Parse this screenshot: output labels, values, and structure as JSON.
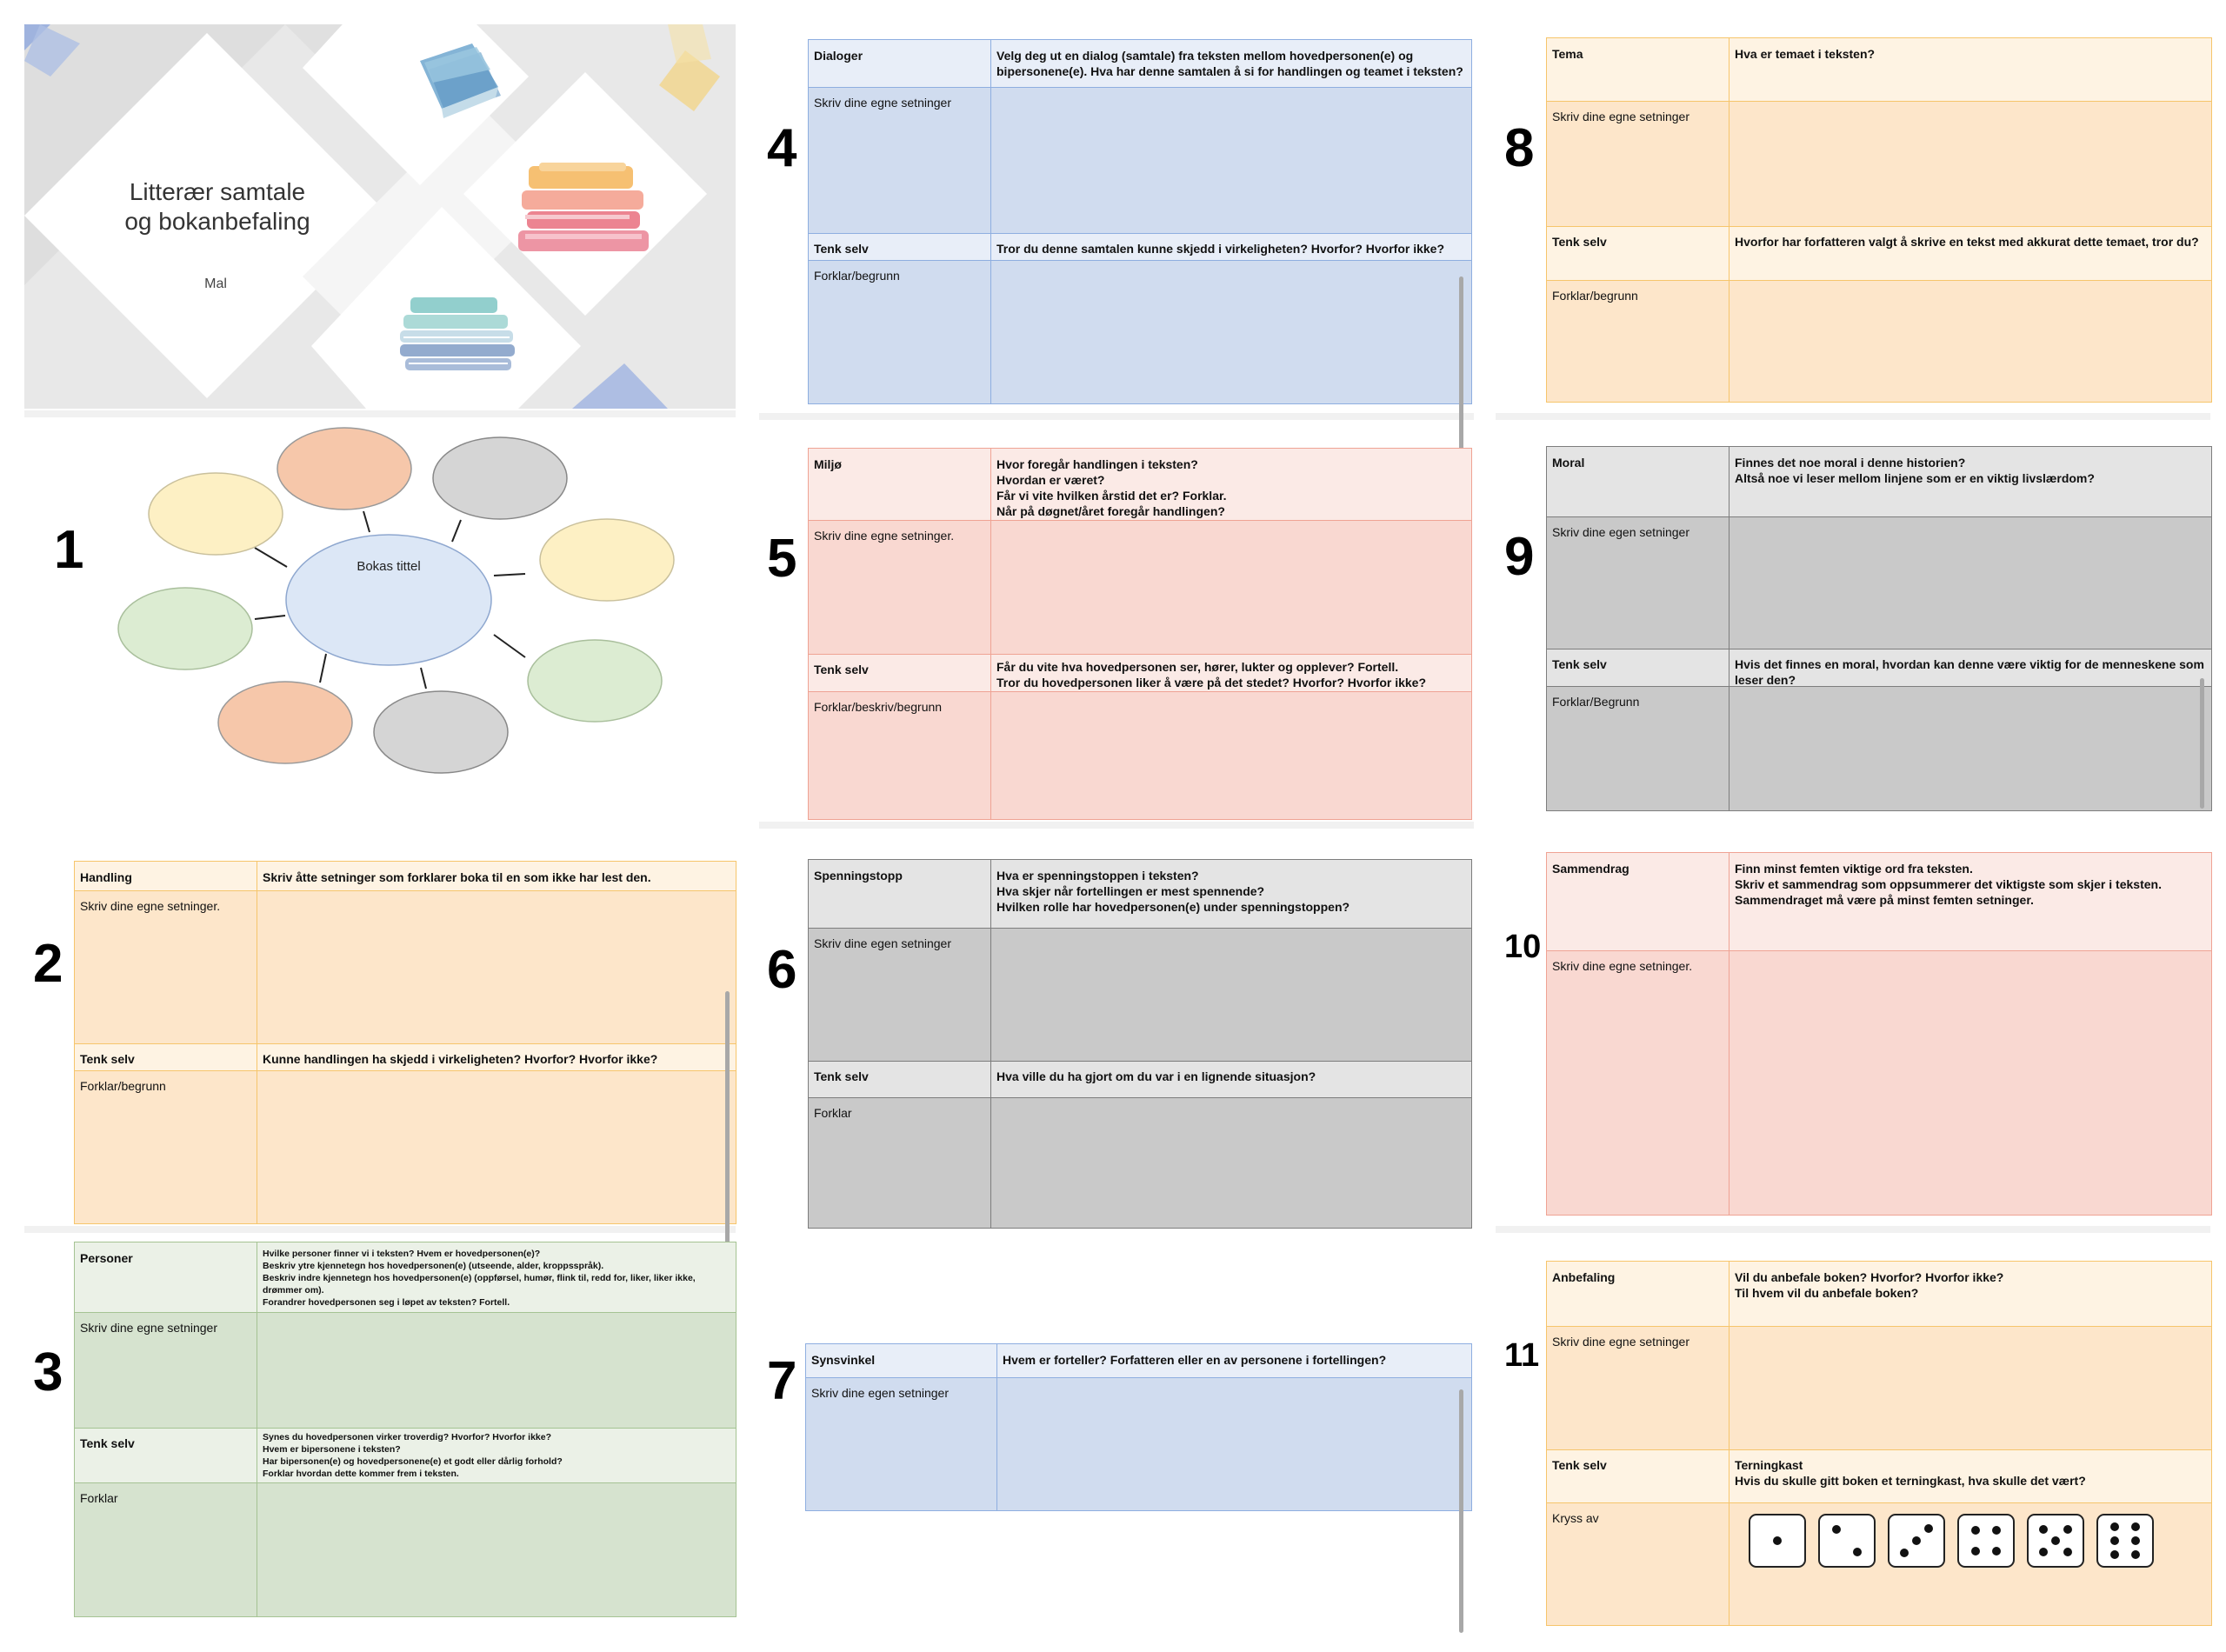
{
  "title_slide": {
    "title_line1": "Litterær samtale",
    "title_line2": "og bokanbefaling",
    "subtitle": "Mal"
  },
  "mindmap": {
    "number": "1",
    "center_label": "Bokas tittel",
    "colors": {
      "center": "#dce7f6",
      "peach": "#f6c7aa",
      "gray": "#d5d5d5",
      "yellow": "#fdf0c4",
      "green": "#dcecd2"
    }
  },
  "slide2": {
    "number": "2",
    "header_label": "Handling",
    "header_text": "Skriv åtte setninger som forklarer boka til en som ikke har lest den.",
    "write_label": "Skriv dine egne setninger.",
    "think_label": "Tenk selv",
    "think_text": "Kunne handlingen ha skjedd i virkeligheten? Hvorfor? Hvorfor ikke?",
    "explain_label": "Forklar/begrunn"
  },
  "slide3": {
    "number": "3",
    "header_label": "Personer",
    "header_text": "Hvilke personer finner vi i teksten? Hvem er hovedpersonen(e)?\nBeskriv ytre kjennetegn hos hovedpersonen(e) (utseende, alder, kroppsspråk).\nBeskriv indre kjennetegn hos hovedpersonen(e) (oppførsel, humør, flink til, redd for, liker, liker ikke, drømmer om).\nForandrer hovedpersonen seg i løpet av teksten? Fortell.",
    "write_label": "Skriv dine egne setninger",
    "think_label": "Tenk selv",
    "think_text": "Synes du hovedpersonen virker troverdig? Hvorfor? Hvorfor ikke?\nHvem er bipersonene i teksten?\nHar bipersonen(e) og hovedpersonene(e) et godt eller dårlig forhold?\nForklar hvordan dette kommer frem i teksten.",
    "explain_label": "Forklar"
  },
  "slide4": {
    "number": "4",
    "header_label": "Dialoger",
    "header_text": "Velg deg ut en dialog (samtale) fra teksten mellom hovedpersonen(e) og bipersonene(e). Hva har denne samtalen å si for handlingen og teamet i teksten?",
    "write_label": "Skriv dine egne setninger",
    "think_label": "Tenk selv",
    "think_text": "Tror du denne samtalen kunne skjedd i virkeligheten? Hvorfor? Hvorfor ikke?",
    "explain_label": "Forklar/begrunn"
  },
  "slide5": {
    "number": "5",
    "header_label": "Miljø",
    "header_text": "Hvor foregår handlingen i teksten?\nHvordan er været?\nFår vi vite hvilken årstid det er? Forklar.\nNår på døgnet/året foregår handlingen?",
    "write_label": "Skriv dine egne setninger.",
    "think_label": "Tenk selv",
    "think_text": "Får du vite hva hovedpersonen ser, hører, lukter og opplever? Fortell.\nTror du hovedpersonen liker å være på det stedet? Hvorfor? Hvorfor ikke?",
    "explain_label": "Forklar/beskriv/begrunn"
  },
  "slide6": {
    "number": "6",
    "header_label": "Spenningstopp",
    "header_text": "Hva er spenningstoppen i teksten?\nHva skjer når fortellingen er mest spennende?\nHvilken rolle har hovedpersonen(e) under spenningstoppen?",
    "write_label": "Skriv dine egen setninger",
    "think_label": "Tenk selv",
    "think_text": "Hva ville du ha gjort om du var i en lignende situasjon?",
    "explain_label": "Forklar"
  },
  "slide7": {
    "number": "7",
    "header_label": "Synsvinkel",
    "header_text": "Hvem er forteller? Forfatteren eller en av personene i fortellingen?",
    "write_label": "Skriv dine egen setninger"
  },
  "slide8": {
    "number": "8",
    "header_label": "Tema",
    "header_text": "Hva er temaet i teksten?",
    "write_label": "Skriv dine egne setninger",
    "think_label": "Tenk selv",
    "think_text": "Hvorfor har forfatteren valgt å skrive en tekst med akkurat dette temaet, tror du?",
    "explain_label": "Forklar/begrunn"
  },
  "slide9": {
    "number": "9",
    "header_label": "Moral",
    "header_text": "Finnes det noe moral i denne historien?\nAltså noe vi leser mellom linjene som er en viktig livslærdom?",
    "write_label": "Skriv dine egen setninger",
    "think_label": "Tenk selv",
    "think_text": "Hvis det finnes en moral, hvordan kan denne være viktig for de menneskene som leser den?",
    "explain_label": "Forklar/Begrunn"
  },
  "slide10": {
    "number": "10",
    "header_label": "Sammendrag",
    "header_text": "Finn minst femten viktige ord fra teksten.\nSkriv et sammendrag som oppsummerer det viktigste som skjer i teksten.\nSammendraget må være på minst femten setninger.",
    "write_label": "Skriv dine egne setninger."
  },
  "slide11": {
    "number": "11",
    "header_label": "Anbefaling",
    "header_text": "Vil du anbefale boken? Hvorfor? Hvorfor ikke?\nTil hvem vil du anbefale boken?",
    "write_label": "Skriv dine egne setninger",
    "think_label": "Tenk selv",
    "think_text": "Terningkast\nHvis du skulle gitt boken et terningkast, hva skulle det vært?",
    "check_label": "Kryss av",
    "dice_values": [
      1,
      2,
      3,
      4,
      5,
      6
    ]
  }
}
